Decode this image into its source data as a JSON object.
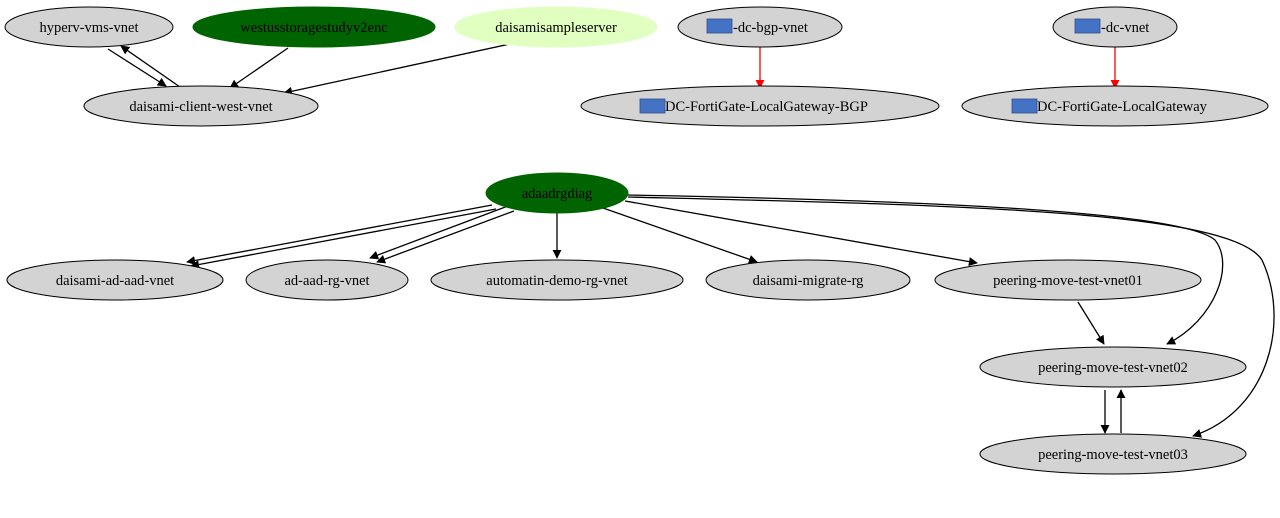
{
  "colors": {
    "default_fill": "#d3d3d3",
    "dark_green_fill": "#006400",
    "light_green_fill": "#e0ffc0",
    "flag_fill": "#4472c4",
    "edge_black": "#000000",
    "edge_red": "#ff0000",
    "outline": "#000000"
  },
  "nodes": {
    "hyperv_vms_vnet": {
      "label": "hyperv-vms-vnet",
      "style": "default"
    },
    "westusstoragestudyv2enc": {
      "label": "westusstoragestudyv2enc",
      "style": "dark-green"
    },
    "daisamisampleserver": {
      "label": "daisamisampleserver",
      "style": "light-green"
    },
    "dc_bgp_vnet": {
      "label": "-dc-bgp-vnet",
      "style": "default",
      "flag": true
    },
    "dc_vnet": {
      "label": "-dc-vnet",
      "style": "default",
      "flag": true
    },
    "daisami_client_west_vnet": {
      "label": "daisami-client-west-vnet",
      "style": "default"
    },
    "dc_fortigate_localgateway_bgp": {
      "label": "DC-FortiGate-LocalGateway-BGP",
      "style": "default",
      "flag": true
    },
    "dc_fortigate_localgateway": {
      "label": "DC-FortiGate-LocalGateway",
      "style": "default",
      "flag": true
    },
    "adaadrgdiag": {
      "label": "adaadrgdiag",
      "style": "dark-green"
    },
    "daisami_ad_aad_vnet": {
      "label": "daisami-ad-aad-vnet",
      "style": "default"
    },
    "ad_aad_rg_vnet": {
      "label": "ad-aad-rg-vnet",
      "style": "default"
    },
    "automatin_demo_rg_vnet": {
      "label": "automatin-demo-rg-vnet",
      "style": "default"
    },
    "daisami_migrate_rg": {
      "label": "daisami-migrate-rg",
      "style": "default"
    },
    "peering_move_test_vnet01": {
      "label": "peering-move-test-vnet01",
      "style": "default"
    },
    "peering_move_test_vnet02": {
      "label": "peering-move-test-vnet02",
      "style": "default"
    },
    "peering_move_test_vnet03": {
      "label": "peering-move-test-vnet03",
      "style": "default"
    }
  },
  "edges": [
    {
      "from": "hyperv_vms_vnet",
      "to": "daisami_client_west_vnet",
      "color": "black"
    },
    {
      "from": "daisami_client_west_vnet",
      "to": "hyperv_vms_vnet",
      "color": "black"
    },
    {
      "from": "westusstoragestudyv2enc",
      "to": "daisami_client_west_vnet",
      "color": "black"
    },
    {
      "from": "daisamisampleserver",
      "to": "daisami_client_west_vnet",
      "color": "black"
    },
    {
      "from": "dc_bgp_vnet",
      "to": "dc_fortigate_localgateway_bgp",
      "color": "red"
    },
    {
      "from": "dc_vnet",
      "to": "dc_fortigate_localgateway",
      "color": "red"
    },
    {
      "from": "adaadrgdiag",
      "to": "daisami_ad_aad_vnet",
      "color": "black"
    },
    {
      "from": "adaadrgdiag",
      "to": "daisami_ad_aad_vnet",
      "color": "black"
    },
    {
      "from": "adaadrgdiag",
      "to": "ad_aad_rg_vnet",
      "color": "black"
    },
    {
      "from": "adaadrgdiag",
      "to": "ad_aad_rg_vnet",
      "color": "black"
    },
    {
      "from": "adaadrgdiag",
      "to": "automatin_demo_rg_vnet",
      "color": "black"
    },
    {
      "from": "adaadrgdiag",
      "to": "daisami_migrate_rg",
      "color": "black"
    },
    {
      "from": "adaadrgdiag",
      "to": "peering_move_test_vnet01",
      "color": "black"
    },
    {
      "from": "adaadrgdiag",
      "to": "peering_move_test_vnet02",
      "color": "black"
    },
    {
      "from": "adaadrgdiag",
      "to": "peering_move_test_vnet03",
      "color": "black"
    },
    {
      "from": "peering_move_test_vnet01",
      "to": "peering_move_test_vnet02",
      "color": "black"
    },
    {
      "from": "peering_move_test_vnet02",
      "to": "peering_move_test_vnet03",
      "color": "black"
    },
    {
      "from": "peering_move_test_vnet03",
      "to": "peering_move_test_vnet02",
      "color": "black"
    }
  ]
}
